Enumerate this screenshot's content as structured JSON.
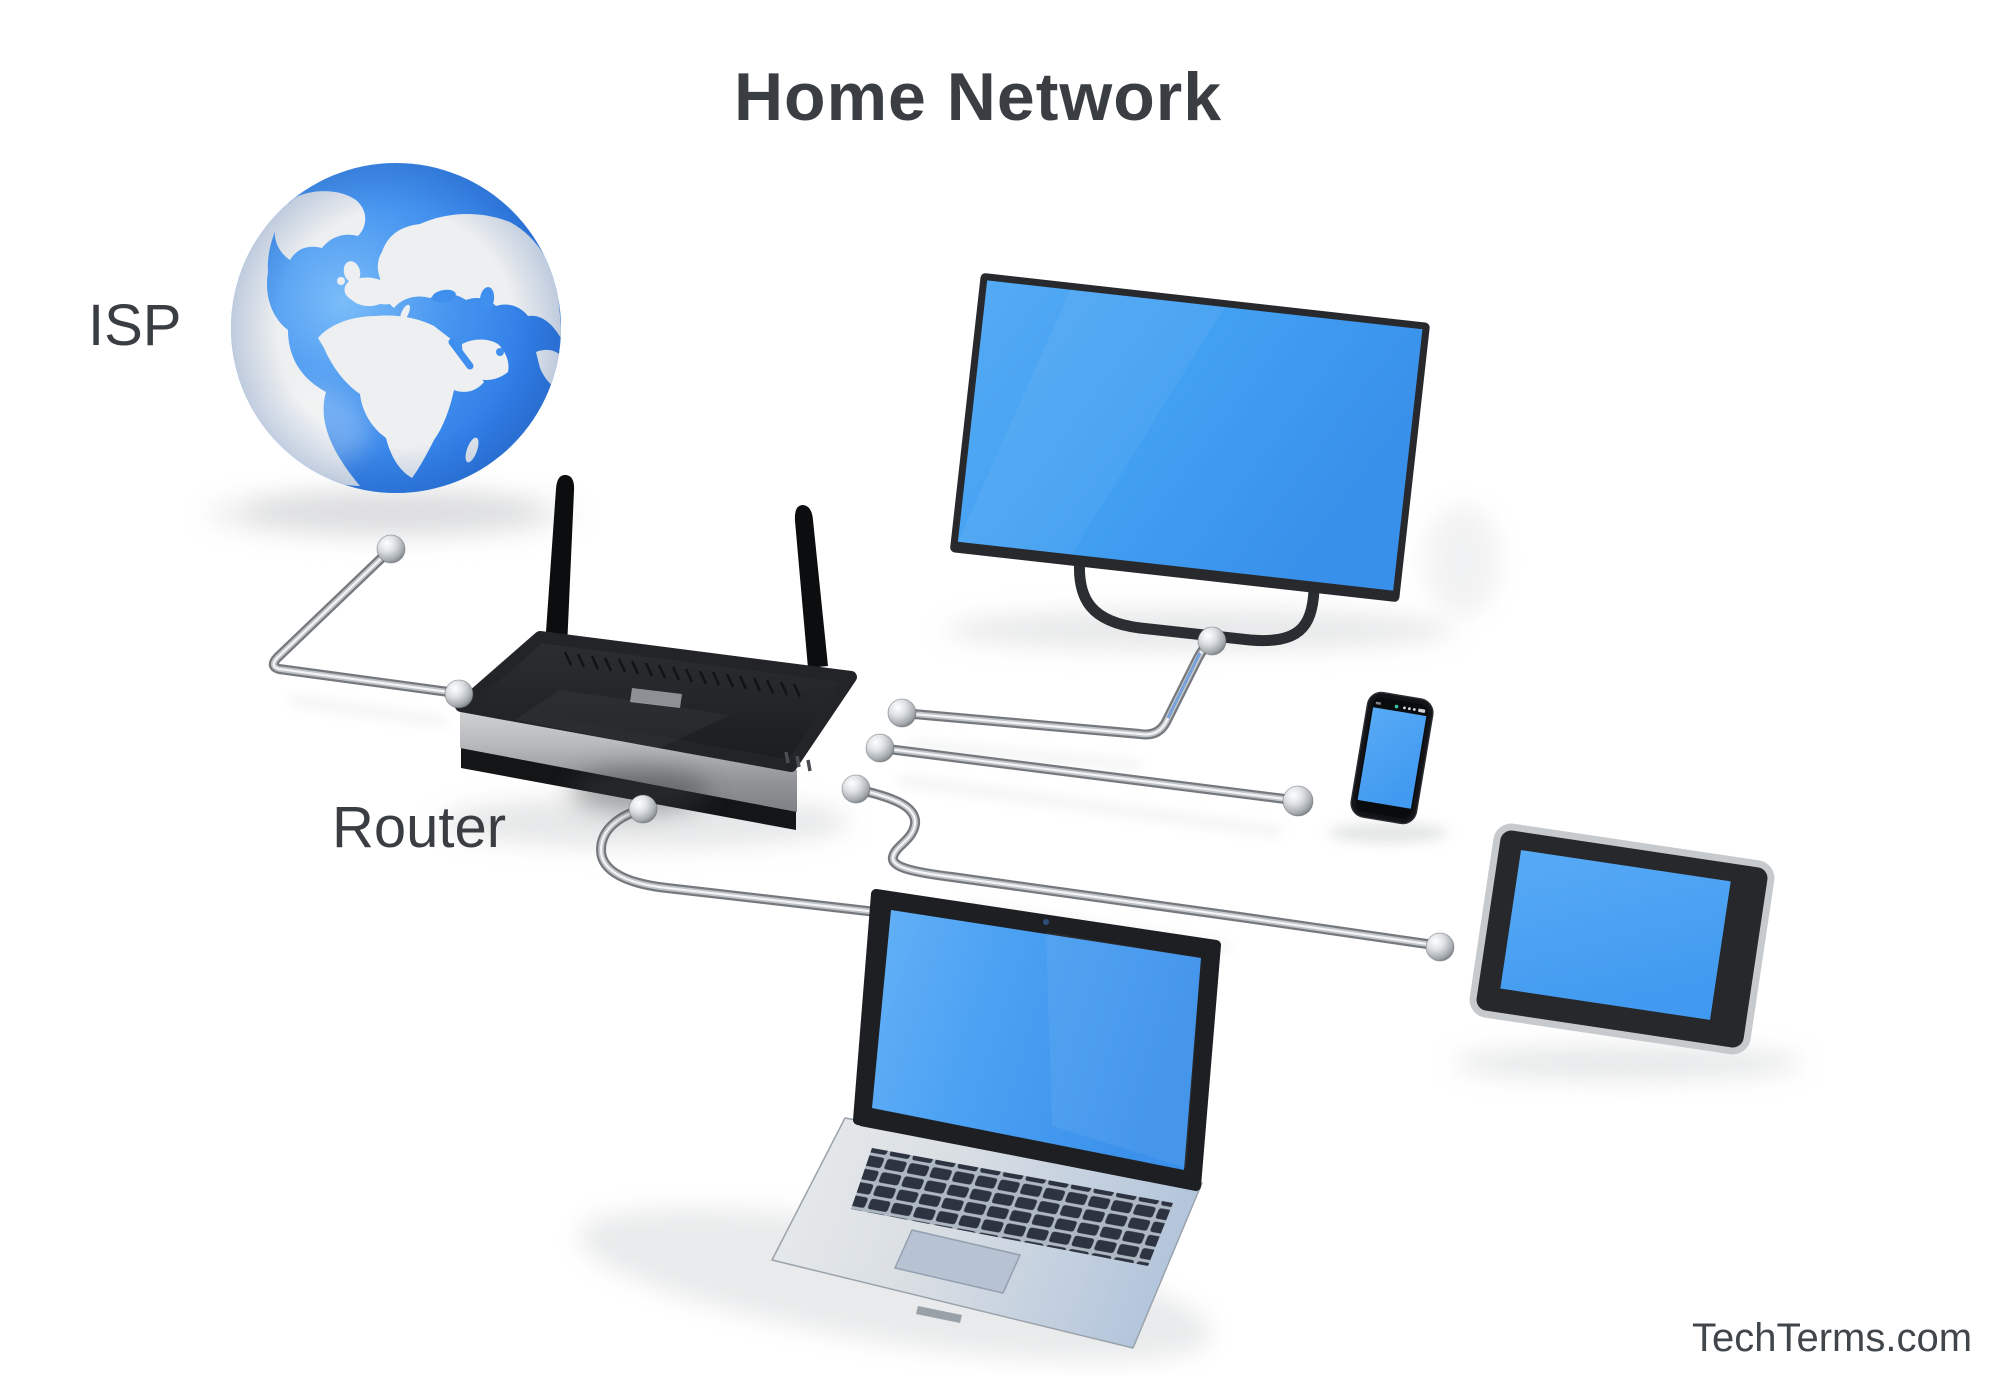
{
  "title": "Home Network",
  "watermark": "TechTerms.com",
  "labels": {
    "isp": "ISP",
    "router": "Router"
  },
  "diagram": {
    "type": "network-diagram",
    "nodes": [
      {
        "id": "isp",
        "label": "ISP",
        "kind": "internet-globe"
      },
      {
        "id": "router",
        "label": "Router",
        "kind": "wireless-router"
      },
      {
        "id": "tv",
        "kind": "television"
      },
      {
        "id": "smartphone",
        "kind": "smartphone"
      },
      {
        "id": "tablet",
        "kind": "tablet"
      },
      {
        "id": "laptop",
        "kind": "laptop"
      }
    ],
    "edges": [
      {
        "from": "isp",
        "to": "router",
        "style": "metal-cable"
      },
      {
        "from": "router",
        "to": "tv",
        "style": "metal-cable"
      },
      {
        "from": "router",
        "to": "smartphone",
        "style": "metal-cable"
      },
      {
        "from": "router",
        "to": "tablet",
        "style": "metal-cable"
      },
      {
        "from": "router",
        "to": "laptop",
        "style": "metal-cable"
      }
    ],
    "colors": {
      "screen_blue": "#42a0f2",
      "ocean_blue": "#2f7de6",
      "land_white": "#edeff0",
      "cable_silver": "#c3c6c9",
      "router_black": "#202225",
      "text_dark": "#3a3e43"
    }
  }
}
